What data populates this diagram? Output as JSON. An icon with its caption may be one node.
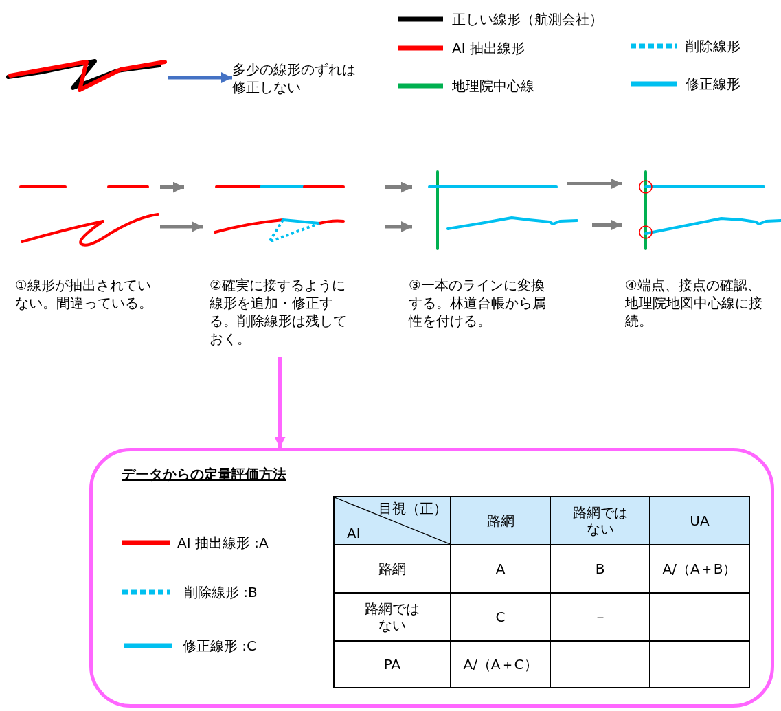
{
  "diagram": {
    "nodes": [
      {
        "text": [],
        "shape": "picture"
      },
      {
        "text": [
          "多少の線形のずれは修正しない"
        ]
      },
      {
        "text": [],
        "shape": "picture"
      },
      {
        "text": [],
        "shape": "picture"
      },
      {
        "text": [],
        "shape": "picture"
      },
      {
        "text": [],
        "shape": "picture"
      },
      {
        "text": [],
        "shape": "picture"
      },
      {
        "text": [],
        "shape": "picture"
      },
      {
        "text": [],
        "shape": "picture"
      },
      {
        "text": [],
        "shape": "picture"
      },
      {
        "text": [
          "②確実に接するように線形を追加・修正する。削除線形は残しておく。"
        ]
      },
      {
        "text": [
          "データからの定量評価方法"
        ]
      }
    ],
    "edges": [
      {
        "from": 0,
        "to": 1,
        "arrow": "to",
        "color": "#4472c4"
      },
      {
        "from": 2,
        "to": 4,
        "arrow": "to"
      },
      {
        "from": 3,
        "to": 5,
        "arrow": "to"
      },
      {
        "from": 4,
        "to": 6,
        "arrow": "to"
      },
      {
        "from": 5,
        "to": 7,
        "arrow": "to"
      },
      {
        "from": 6,
        "to": 8,
        "arrow": "to"
      },
      {
        "from": 7,
        "to": 9,
        "arrow": "to"
      },
      {
        "from": 10,
        "to": 11,
        "arrow": "to",
        "color": "#ff66ff"
      }
    ],
    "labels": [
      "①線形が抽出されていない。間違っている。",
      "③一本のラインに変換する。林道台帳から属性を付ける。",
      "④端点、接点の確認、地理院地図中心線に接続。",
      "目視（正）",
      "AI",
      "路網",
      "路網ではない",
      "UA",
      "路網",
      "A",
      "B",
      "A/（A＋B）",
      "路網ではない",
      "C",
      "－",
      "PA",
      "A/（A＋C）"
    ],
    "legend": [
      {
        "text": "正しい線形（航測会社）",
        "color": "#000000"
      },
      {
        "text": "AI 抽出線形",
        "color": "#ff0000"
      },
      {
        "text": "地理院中心線",
        "color": "#00b050"
      },
      {
        "text": "削除線形",
        "color": "#00c0f0"
      },
      {
        "text": "修正線形",
        "color": "#00c0f0"
      },
      {
        "text": "AI 抽出線形 :A",
        "color": "#ff0000"
      },
      {
        "text": "削除線形 :B",
        "color": "#00c0f0"
      },
      {
        "text": "修正線形 :C",
        "color": "#00c0f0"
      }
    ]
  }
}
